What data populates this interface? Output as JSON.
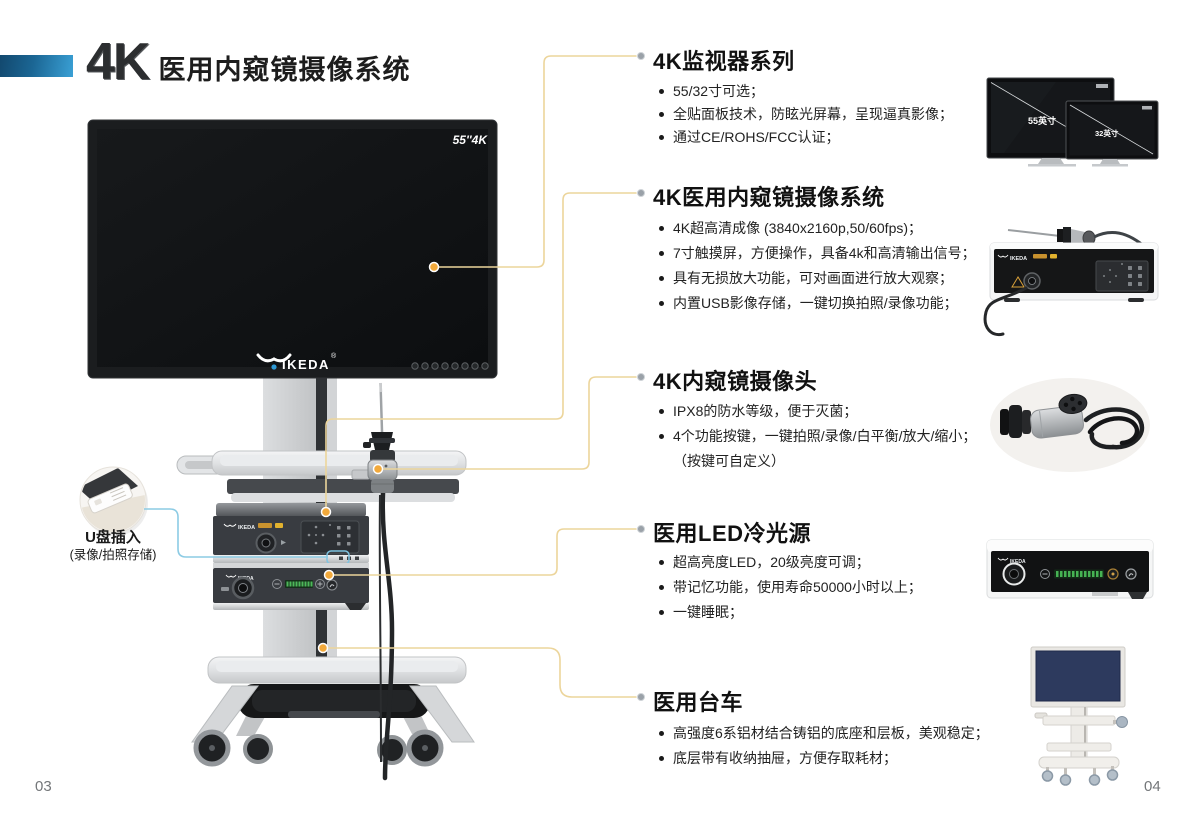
{
  "header": {
    "title_big": "4K",
    "title_rest": "医用内窥镜摄像系统"
  },
  "footer": {
    "page_left": "03",
    "page_right": "04"
  },
  "usb_callout": {
    "line1": "U盘插入",
    "line2": "(录像/拍照存储)"
  },
  "cart_monitor": {
    "badge": "55''4K",
    "brand": "IKEDA",
    "reg": "®"
  },
  "products": {
    "monitor_large_label": "55英寸",
    "monitor_small_label": "32英寸",
    "ccu_brand": "IKEDA",
    "light_brand": "IKEDA"
  },
  "sections": [
    {
      "heading": "4K监视器系列",
      "bullets": [
        "55/32寸可选；",
        "全贴面板技术，防眩光屏幕，呈现逼真影像；",
        "通过CE/ROHS/FCC认证；"
      ]
    },
    {
      "heading": "4K医用内窥镜摄像系统",
      "bullets": [
        "4K超高清成像 (3840x2160p,50/60fps)；",
        "7寸触摸屏，方便操作，具备4k和高清输出信号；",
        "具有无损放大功能，可对画面进行放大观察；",
        "内置USB影像存储，一键切换拍照/录像功能；"
      ]
    },
    {
      "heading": "4K内窥镜摄像头",
      "bullets": [
        "IPX8的防水等级，便于灭菌；",
        "4个功能按键，一键拍照/录像/白平衡/放大/缩小；"
      ],
      "note": "（按键可自定义）"
    },
    {
      "heading": "医用LED冷光源",
      "bullets": [
        "超高亮度LED，20级亮度可调；",
        "带记忆功能，使用寿命50000小时以上；",
        "一键睡眠；"
      ]
    },
    {
      "heading": "医用台车",
      "bullets": [
        "高强度6系铝材结合铸铝的底座和层板，美观稳定；",
        "底层带有收纳抽屉，方便存取耗材；"
      ]
    }
  ],
  "colors": {
    "callout_line": "#ecd59b",
    "callout_dot": "#f2a93b",
    "heading_dot": "#9aa1a8",
    "usb_line": "#8ccbe4",
    "title_bar_from": "#12486e",
    "title_bar_to": "#3aa0d5"
  }
}
